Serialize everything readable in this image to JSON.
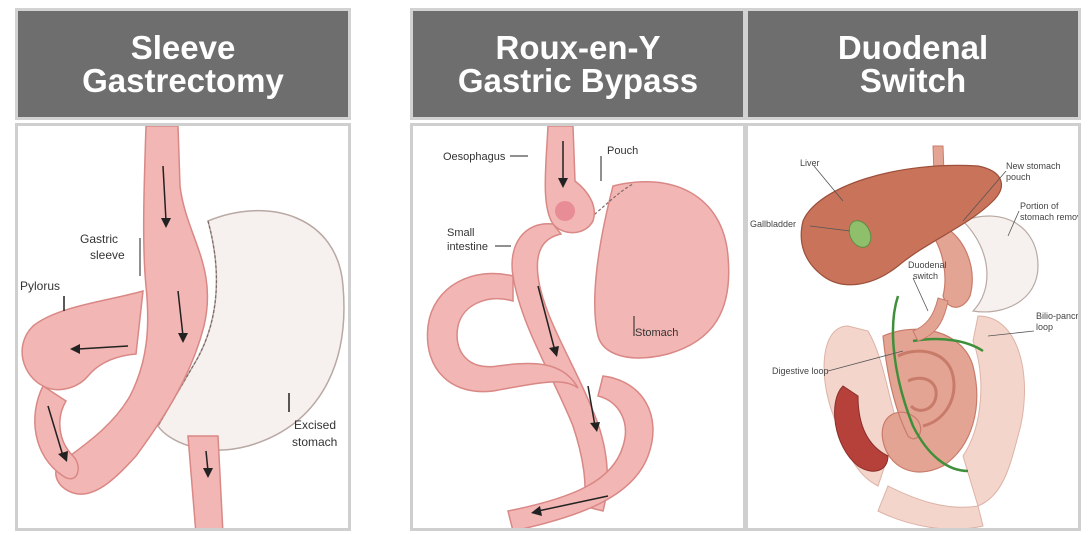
{
  "colors": {
    "header_bg": "#6e6e6e",
    "header_border": "#d2d2d2",
    "card_border": "#cfcfcf",
    "tissue": "#f2b6b4",
    "tissue_dark": "#d98885",
    "excised": "#f6f1ee",
    "liver": "#c8735a",
    "gallbladder": "#8fbf6a",
    "intestine": "#e3a493",
    "colon": "#f4d5cb",
    "route_green": "#3f8f3a"
  },
  "panels": [
    {
      "title_line1": "Sleeve",
      "title_line2": "Gastrectomy",
      "labels": {
        "gastric_sleeve_1": "Gastric",
        "gastric_sleeve_2": "sleeve",
        "pylorus": "Pylorus",
        "excised_1": "Excised",
        "excised_2": "stomach"
      }
    },
    {
      "title_line1": "Roux-en-Y",
      "title_line2": "Gastric Bypass",
      "labels": {
        "oesophagus": "Oesophagus",
        "pouch": "Pouch",
        "small_intestine_1": "Small",
        "small_intestine_2": "intestine",
        "stomach": "Stomach"
      }
    },
    {
      "title_line1": "Duodenal",
      "title_line2": "Switch",
      "labels": {
        "liver": "Liver",
        "new_pouch_1": "New stomach",
        "new_pouch_2": "pouch",
        "portion_removed_1": "Portion of",
        "portion_removed_2": "stomach removed",
        "gallbladder": "Gallbladder",
        "duodenal_switch_1": "Duodenal",
        "duodenal_switch_2": "switch",
        "biliopancreatic_1": "Bilio-pancreatic",
        "biliopancreatic_2": "loop",
        "digestive_loop": "Digestive loop"
      }
    }
  ]
}
